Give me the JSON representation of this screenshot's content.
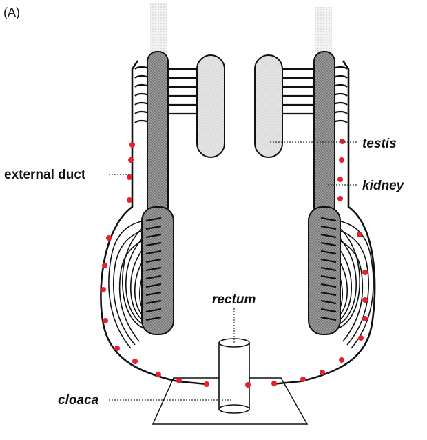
{
  "panel_label": "(A)",
  "labels": {
    "external_duct": "external duct",
    "testis": "testis",
    "kidney": "kidney",
    "rectum": "rectum",
    "cloaca": "cloaca"
  },
  "colors": {
    "dots": "#e8202a",
    "kidney_fill": "#7a7a7a",
    "testis_fill": "#d9d9d9",
    "ink": "#111111"
  }
}
